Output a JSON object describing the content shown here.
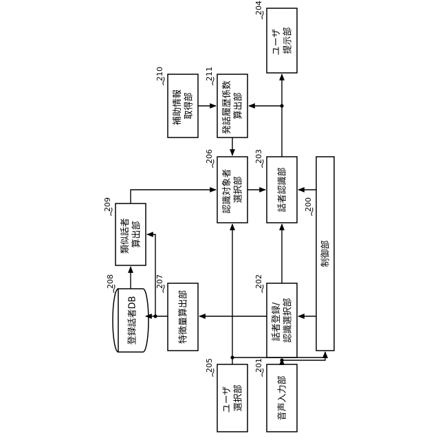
{
  "diagram": {
    "blocks": {
      "b201": {
        "ref": "201",
        "lines": [
          "音声入力部"
        ]
      },
      "b202": {
        "ref": "202",
        "lines": [
          "話者登録/",
          "認識選択部"
        ]
      },
      "b203": {
        "ref": "203",
        "lines": [
          "話者認識部"
        ]
      },
      "b204": {
        "ref": "204",
        "lines": [
          "ユーザ",
          "提示部"
        ]
      },
      "b205": {
        "ref": "205",
        "lines": [
          "ユーザ",
          "選択部"
        ]
      },
      "b206": {
        "ref": "206",
        "lines": [
          "認識対象者",
          "選択部"
        ]
      },
      "b207": {
        "ref": "207",
        "lines": [
          "特徴量算出部"
        ]
      },
      "b208": {
        "ref": "208",
        "lines": [
          "登録話者DB"
        ]
      },
      "b209": {
        "ref": "209",
        "lines": [
          "類似話者",
          "算出部"
        ]
      },
      "b210": {
        "ref": "210",
        "lines": [
          "補助情報",
          "取得部"
        ]
      },
      "b211": {
        "ref": "211",
        "lines": [
          "発話履歴係数",
          "算出部"
        ]
      },
      "b200": {
        "ref": "200",
        "lines": [
          "制御部"
        ]
      }
    }
  }
}
